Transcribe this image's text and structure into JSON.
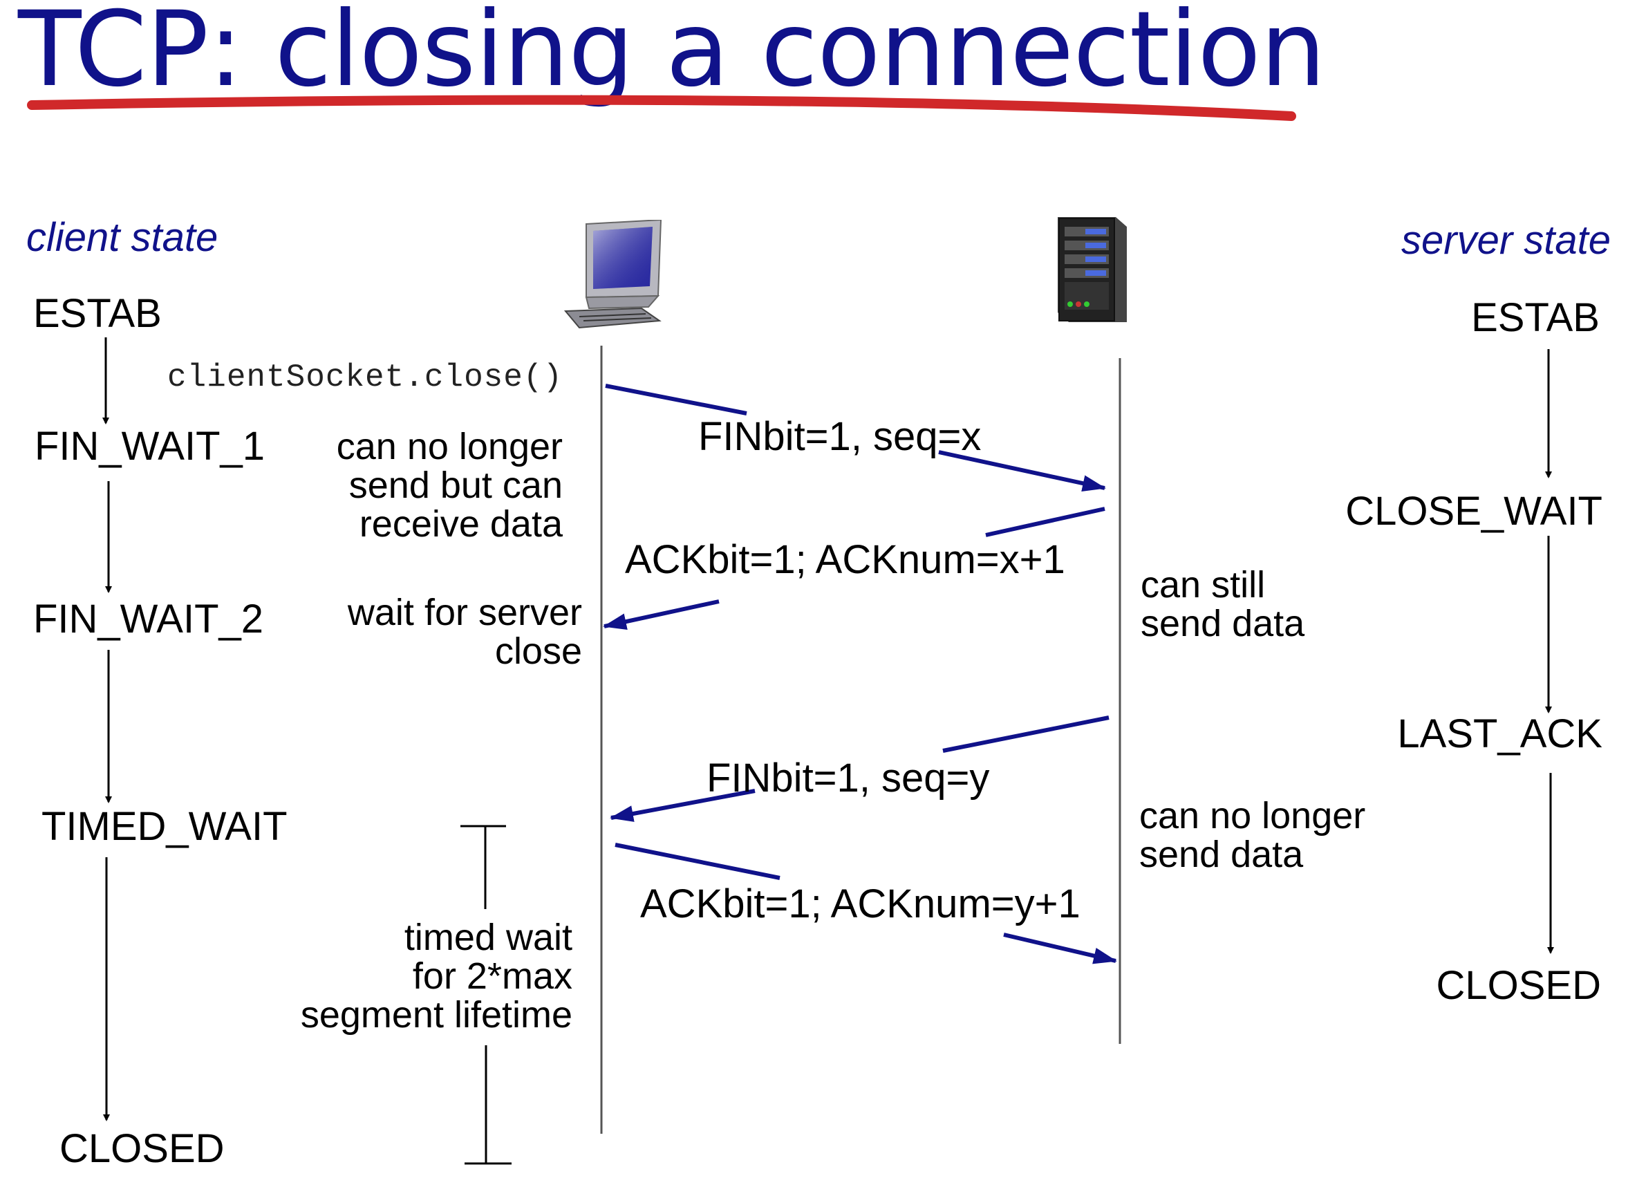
{
  "title": "TCP: closing a connection",
  "client": {
    "header": "client state",
    "states": [
      "ESTAB",
      "FIN_WAIT_1",
      "FIN_WAIT_2",
      "TIMED_WAIT",
      "CLOSED"
    ],
    "call": "clientSocket.close()",
    "notes": {
      "fin_wait_1": [
        "can no longer",
        "send but can",
        "receive data"
      ],
      "fin_wait_2": [
        "wait for server",
        "close"
      ],
      "timed_wait": [
        "timed wait",
        "for 2*max",
        "segment lifetime"
      ]
    }
  },
  "server": {
    "header": "server state",
    "states": [
      "ESTAB",
      "CLOSE_WAIT",
      "LAST_ACK",
      "CLOSED"
    ],
    "notes": {
      "close_wait": [
        "can still",
        "send data"
      ],
      "last_ack": [
        "can no longer",
        "send data"
      ]
    }
  },
  "messages": [
    "FINbit=1, seq=x",
    "ACKbit=1; ACKnum=x+1",
    "FINbit=1, seq=y",
    "ACKbit=1; ACKnum=y+1"
  ],
  "icons": {
    "client": "desktop-computer-icon",
    "server": "server-tower-icon"
  },
  "colors": {
    "title": "#10128a",
    "underline": "#d0282a",
    "message_arrow": "#10128a"
  }
}
